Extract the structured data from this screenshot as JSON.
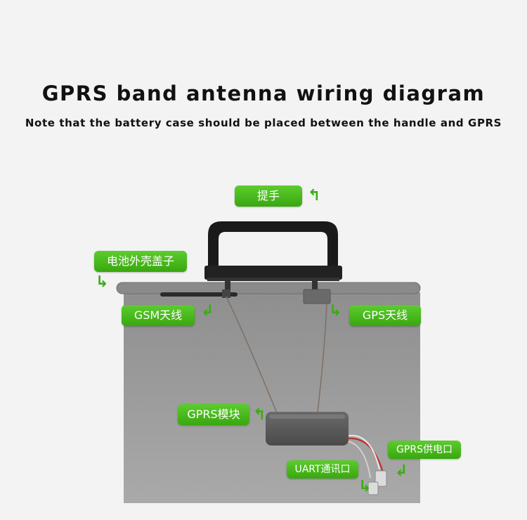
{
  "header": {
    "title": "GPRS band antenna wiring diagram",
    "subtitle": "Note that the battery case should be placed between the handle and GPRS"
  },
  "labels": {
    "handle": "提手",
    "battery_cover": "电池外壳盖子",
    "gsm_antenna": "GSM天线",
    "gps_antenna": "GPS天线",
    "gprs_module": "GPRS模块",
    "gprs_power_port": "GPRS供电口",
    "uart_port": "UART通讯口"
  },
  "colors": {
    "label_green": "#3aad12",
    "case_gray": "#999999",
    "lid_gray": "#8a8a8a",
    "handle_black": "#1a1a1a"
  },
  "icons": {
    "callout_arrows": "bent-arrow-icon"
  }
}
